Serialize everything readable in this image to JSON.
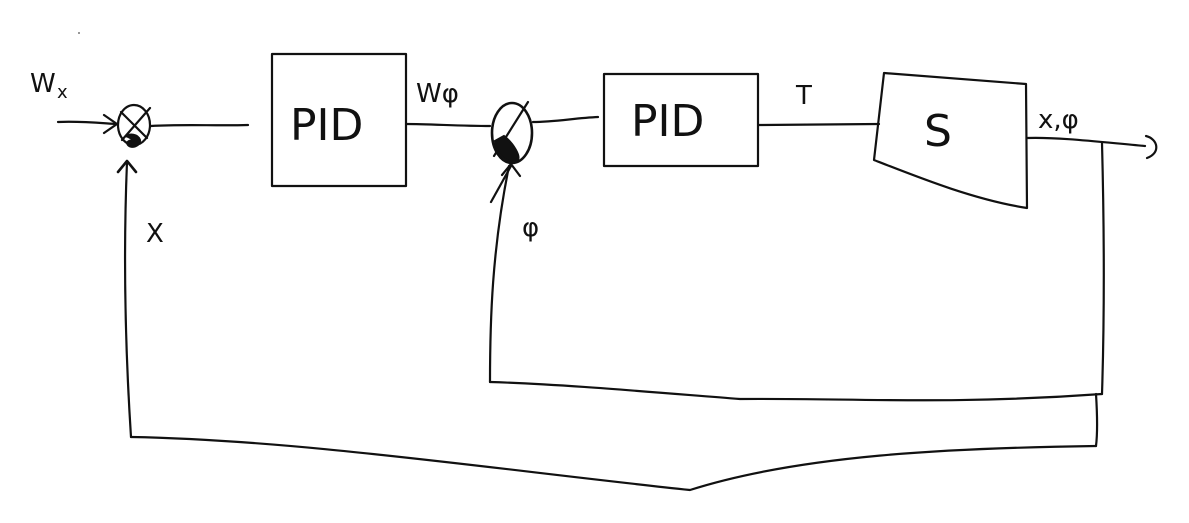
{
  "blocks": [
    {
      "id": "pid-outer",
      "label": "PID"
    },
    {
      "id": "pid-inner",
      "label": "PID"
    },
    {
      "id": "system",
      "label": "S"
    }
  ],
  "signals": {
    "reference_x": "W",
    "reference_x_sub": "x",
    "reference_phi": "Wφ",
    "torque": "T",
    "output": "x,φ",
    "feedback_x": "X",
    "feedback_phi": "φ"
  }
}
